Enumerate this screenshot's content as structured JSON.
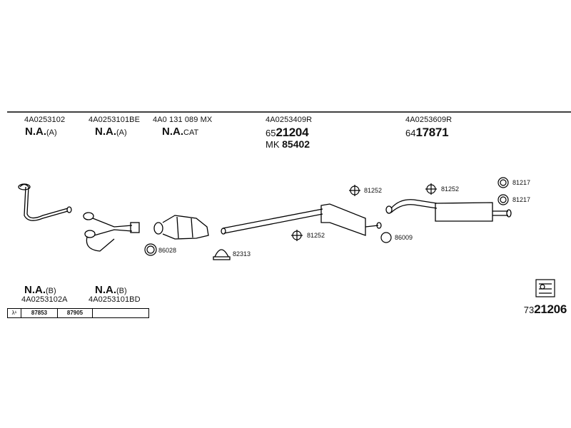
{
  "top_parts": [
    {
      "pn": "4A0253102",
      "label": "N.A.",
      "suffix": "(A)"
    },
    {
      "pn": "4A0253101BE",
      "label": "N.A.",
      "suffix": "(A)"
    },
    {
      "pn": "4A0 131 089 MX",
      "label": "N.A.",
      "suffix": "CAT"
    },
    {
      "pn": "4A0253409R",
      "prefix": "65",
      "number": "21204",
      "mk_prefix": "MK",
      "mk_number": "85402"
    },
    {
      "pn": "4A0253609R",
      "prefix": "64",
      "number": "17871"
    }
  ],
  "bottom_parts": [
    {
      "label": "N.A.",
      "suffix": "(B)",
      "pn": "4A0253102A"
    },
    {
      "label": "N.A.",
      "suffix": "(B)",
      "pn": "4A0253101BD"
    }
  ],
  "fittings": [
    "81252",
    "81252",
    "81252",
    "81217",
    "81217",
    "86009",
    "86028",
    "82313"
  ],
  "footer_table": {
    "symbol": "λ¹",
    "cells": [
      "87853",
      "87905",
      ""
    ]
  },
  "diagram_code": {
    "prefix": "73",
    "number": "21206"
  }
}
